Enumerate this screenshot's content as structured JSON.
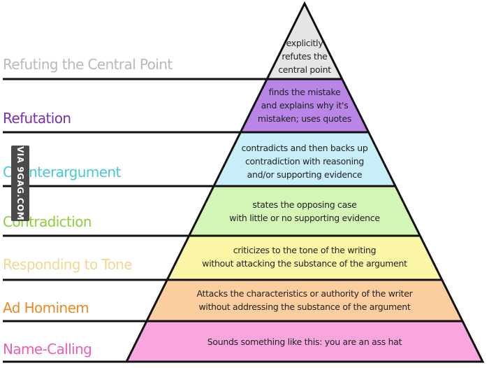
{
  "levels": [
    {
      "label": "Refuting the Central Point",
      "label_color": "#b9b9b9",
      "fill": "#e6e6e6",
      "description": [
        "explicitly",
        "refutes the",
        "central point"
      ]
    },
    {
      "label": "Refutation",
      "label_color": "#7b2fb0",
      "fill": "#b985e6",
      "description": [
        "finds the mistake",
        "and explains why it's",
        "mistaken; uses quotes"
      ]
    },
    {
      "label": "Counterargument",
      "label_color": "#45c9d9",
      "fill": "#c8eef7",
      "description": [
        "contradicts and then backs up",
        "contradiction with reasoning",
        "and/or supporting evidence"
      ]
    },
    {
      "label": "Contradiction",
      "label_color": "#8ccf3a",
      "fill": "#d3f5b5",
      "description": [
        "states the opposing case",
        "with little or no supporting evidence"
      ]
    },
    {
      "label": "Responding to Tone",
      "label_color": "#f2d88f",
      "fill": "#fbf7a6",
      "description": [
        "criticizes to the tone of the writing",
        "without attacking the substance of the argument"
      ]
    },
    {
      "label": "Ad Hominem",
      "label_color": "#e68a22",
      "fill": "#fccd9e",
      "description": [
        "Attacks the  characteristics or authority of the writer",
        "without addressing the substance of the argument"
      ]
    },
    {
      "label": "Name-Calling",
      "label_color": "#ec5db3",
      "fill": "#f9a6de",
      "description": [
        "Sounds something like this: you are an ass hat"
      ]
    }
  ],
  "watermark": "VIA 9GAG.COM",
  "colors": {
    "line": "#111111"
  }
}
